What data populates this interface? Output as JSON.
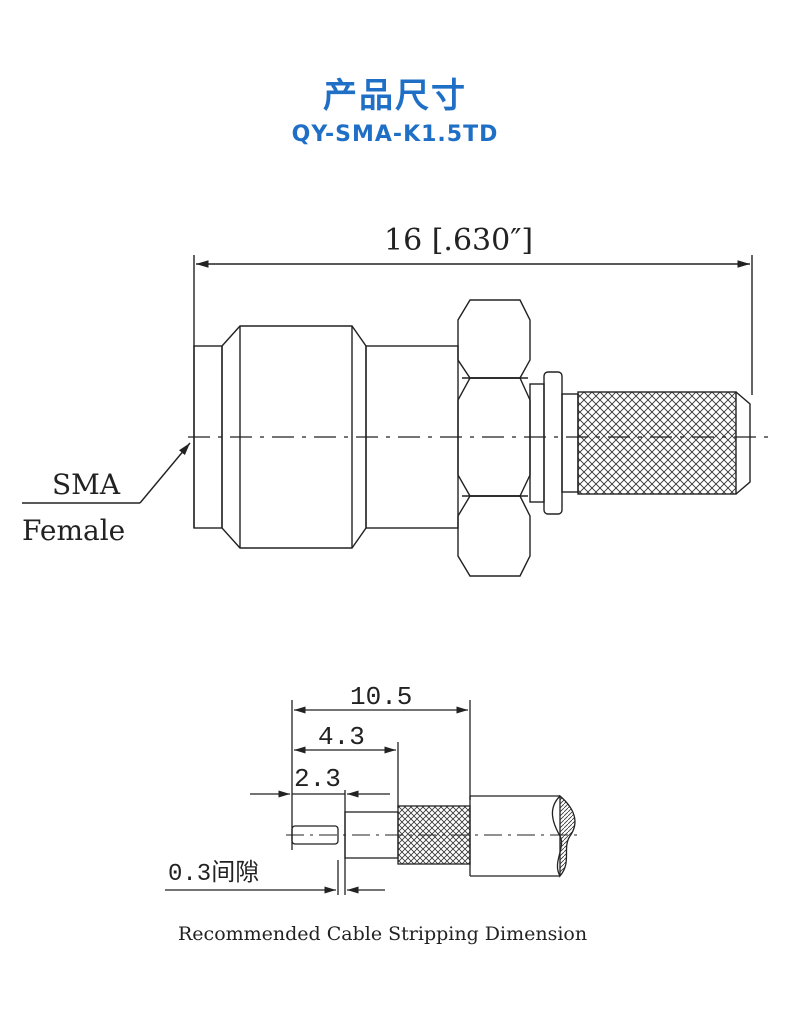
{
  "header": {
    "title": "产品尺寸",
    "subtitle": "QY-SMA-K1.5TD"
  },
  "drawing_top": {
    "overall_dimension": "16 [.630″]",
    "label_line1": "SMA",
    "label_line2": "Female"
  },
  "drawing_bottom": {
    "dim_total": "10.5",
    "dim_middle": "4.3",
    "dim_inner": "2.3",
    "gap_label": "0.3间隙",
    "caption": "Recommended Cable Stripping Dimension"
  },
  "colors": {
    "title": "#1f6fc6",
    "line": "#222222"
  }
}
